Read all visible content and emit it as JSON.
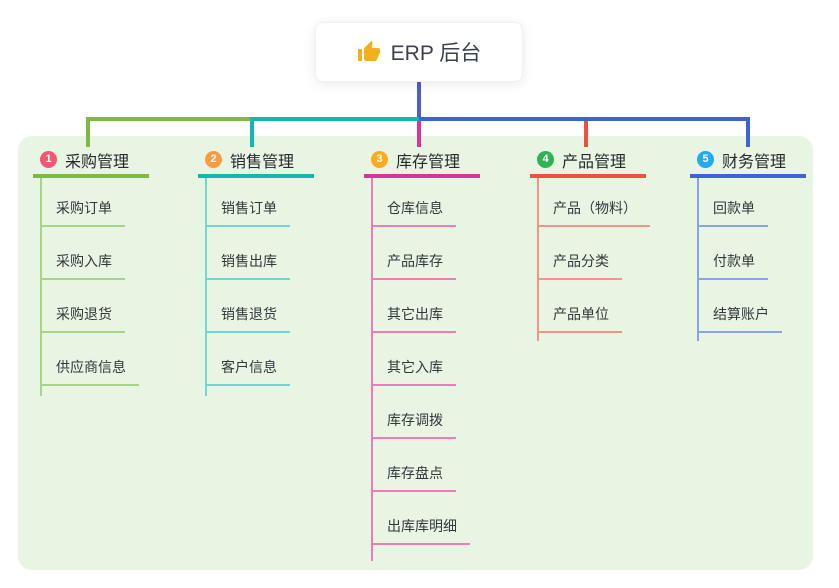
{
  "root": {
    "label": "ERP 后台",
    "icon": "thumbs-up-icon"
  },
  "colors": {
    "canvas_bg": "#ffffff",
    "panel_bg": "#e8f5e2",
    "root_line": "#4a5fd0",
    "thumb_gold": "#f2b01e"
  },
  "branches": [
    {
      "badge": "1",
      "label": "采购管理",
      "color": "#7eba41",
      "light": "#a6d488",
      "badge_color": "#f25873",
      "items": [
        "采购订单",
        "采购入库",
        "采购退货",
        "供应商信息"
      ]
    },
    {
      "badge": "2",
      "label": "销售管理",
      "color": "#16b5ae",
      "light": "#72d6d2",
      "badge_color": "#f99b44",
      "items": [
        "销售订单",
        "销售出库",
        "销售退货",
        "客户信息"
      ]
    },
    {
      "badge": "3",
      "label": "库存管理",
      "color": "#d8359a",
      "light": "#ee7cbb",
      "badge_color": "#fbab1c",
      "items": [
        "仓库信息",
        "产品库存",
        "其它出库",
        "其它入库",
        "库存调拨",
        "库存盘点",
        "出库库明细"
      ]
    },
    {
      "badge": "4",
      "label": "产品管理",
      "color": "#f2503e",
      "light": "#f6938b",
      "badge_color": "#30b156",
      "items": [
        "产品（物料）",
        "产品分类",
        "产品单位"
      ]
    },
    {
      "badge": "5",
      "label": "财务管理",
      "color": "#3e63d8",
      "light": "#8aa3e8",
      "badge_color": "#23a9ef",
      "items": [
        "回款单",
        "付款单",
        "结算账户"
      ]
    }
  ]
}
